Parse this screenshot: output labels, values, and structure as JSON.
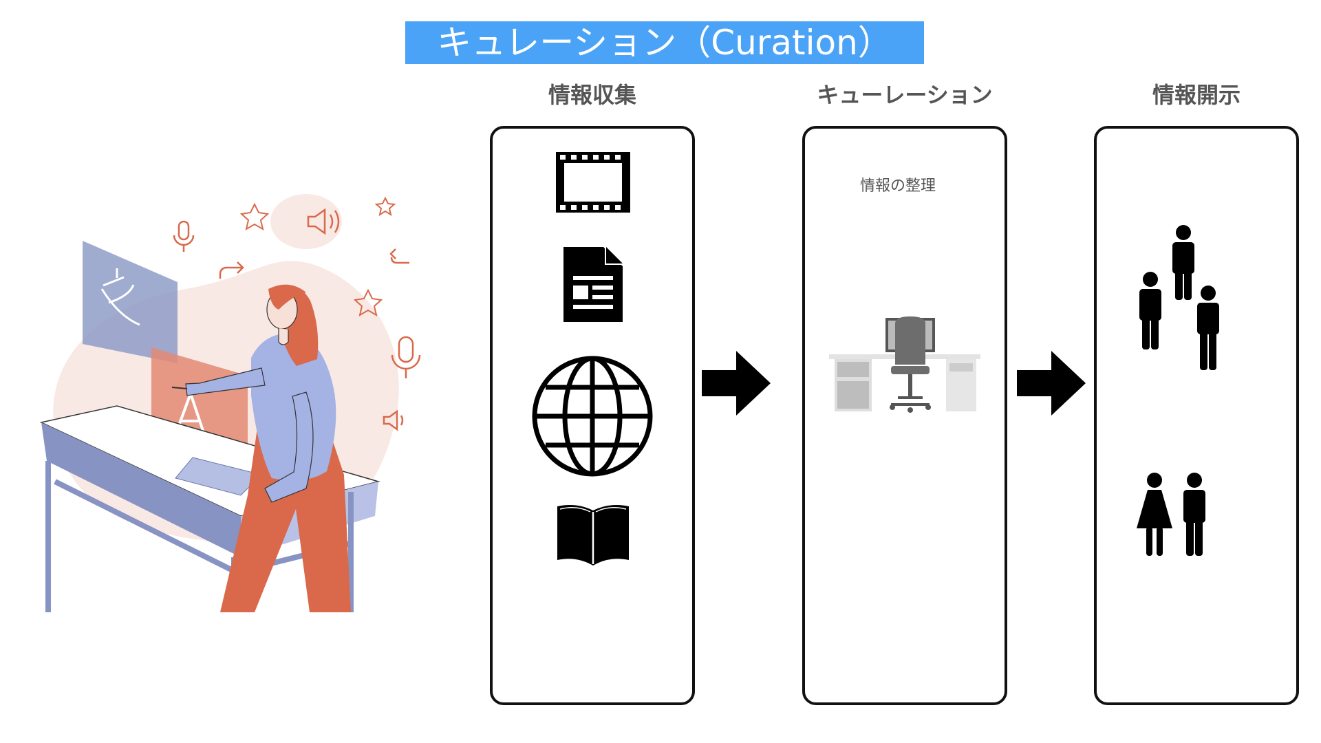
{
  "title": "キュレーション（Curation）",
  "stages": [
    {
      "label": "情報収集",
      "icons": [
        "film-icon",
        "document-icon",
        "globe-icon",
        "book-icon"
      ]
    },
    {
      "label": "キューレーション",
      "note": "情報の整理",
      "icons": [
        "desk-icon"
      ]
    },
    {
      "label": "情報開示",
      "icons": [
        "people-group-icon",
        "couple-icon"
      ]
    }
  ],
  "illustration": {
    "glyphs": [
      "文",
      "A"
    ]
  },
  "colors": {
    "banner": "#4aa3f7",
    "accent": "#d9694a",
    "sweater": "#a5b2e4",
    "blob": "#f9e9e5"
  }
}
